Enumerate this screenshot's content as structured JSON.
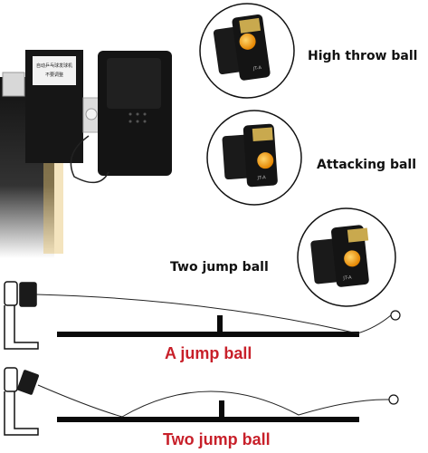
{
  "labels": {
    "high_throw": "High throw ball",
    "attacking": "Attacking ball",
    "two_jump_small": "Two jump ball",
    "a_jump": "A jump ball",
    "two_jump_big": "Two jump ball"
  },
  "machine": {
    "panel_text_line1": "自动乒乓球发球机",
    "panel_text_line2": "不要调整",
    "head_model": "JT-A"
  },
  "colors": {
    "ball_orange": "#f29b12",
    "red_label": "#c8202a",
    "machine_black": "#141414"
  }
}
